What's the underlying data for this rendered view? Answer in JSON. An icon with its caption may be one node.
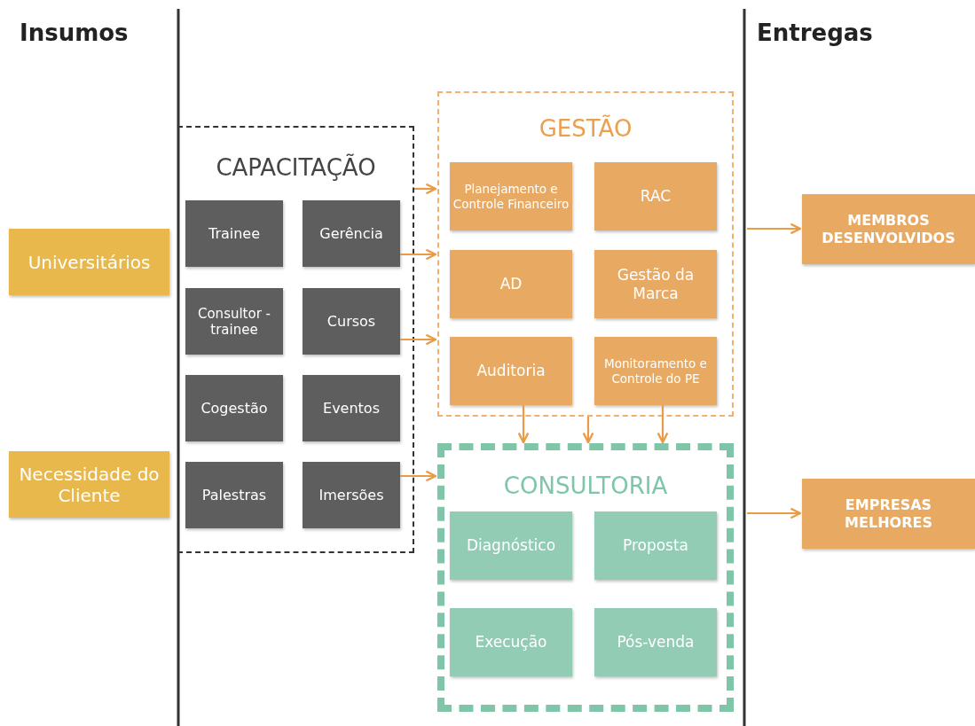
{
  "diagram": {
    "nodes": [
      {
        "text": [
          "Universitários"
        ]
      },
      {
        "text": [
          "Necessidade do Cliente"
        ]
      },
      {
        "text": [
          "CAPACITAÇÃO"
        ]
      },
      {
        "text": [
          "Trainee"
        ],
        "in": 2
      },
      {
        "text": [
          "Gerência"
        ],
        "in": 2
      },
      {
        "text": [
          "Consultor -trainee"
        ],
        "in": 2
      },
      {
        "text": [
          "Cursos"
        ],
        "in": 2
      },
      {
        "text": [
          "Cogestão"
        ],
        "in": 2
      },
      {
        "text": [
          "Eventos"
        ],
        "in": 2
      },
      {
        "text": [
          "Palestras"
        ],
        "in": 2
      },
      {
        "text": [
          "Imersões"
        ],
        "in": 2
      },
      {
        "text": [
          "GESTÃO"
        ]
      },
      {
        "text": [
          "Planejamento e Controle Financeiro"
        ],
        "in": 11
      },
      {
        "text": [
          "RAC"
        ],
        "in": 11
      },
      {
        "text": [
          "AD"
        ],
        "in": 11
      },
      {
        "text": [
          "Gestão da Marca"
        ],
        "in": 11
      },
      {
        "text": [
          "Auditoria"
        ],
        "in": 11
      },
      {
        "text": [
          "Monitoramento e Controle do PE"
        ],
        "in": 11
      },
      {
        "text": [
          "CONSULTORIA"
        ]
      },
      {
        "text": [
          "Diagnóstico"
        ],
        "in": 18
      },
      {
        "text": [
          "Proposta"
        ],
        "in": 18
      },
      {
        "text": [
          "Execução"
        ],
        "in": 18
      },
      {
        "text": [
          "Pós-venda"
        ],
        "in": 18
      },
      {
        "text": [
          "MEMBROS DESENVOLVIDOS"
        ]
      },
      {
        "text": [
          "EMPRESAS MELHORES"
        ]
      }
    ],
    "edges": [
      {
        "from": 2,
        "to": 11,
        "arrow": "to"
      },
      {
        "from": 4,
        "to": 11,
        "arrow": "to"
      },
      {
        "from": 6,
        "to": 11,
        "arrow": "to"
      },
      {
        "from": 10,
        "to": 18,
        "arrow": "to"
      },
      {
        "from": 16,
        "to": 18,
        "arrow": "to"
      },
      {
        "from": 11,
        "to": 18,
        "arrow": "to"
      },
      {
        "from": 17,
        "to": 18,
        "arrow": "to"
      },
      {
        "from": null,
        "to": 23,
        "arrow": "to"
      },
      {
        "from": null,
        "to": 24,
        "arrow": "to"
      }
    ],
    "labels": [
      "Insumos",
      "Entregas"
    ]
  }
}
